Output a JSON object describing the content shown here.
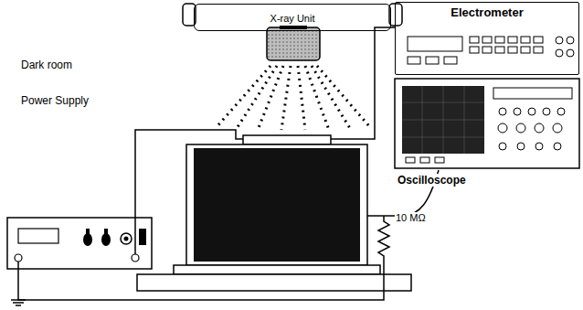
{
  "diagram": {
    "nodes": [
      {
        "text": [
          "X-ray Unit"
        ]
      },
      {
        "text": [
          "Electrometer"
        ]
      }
    ],
    "labels": [
      "Dark room",
      "Power Supply",
      "Oscilloscope",
      "10 MΩ"
    ]
  }
}
